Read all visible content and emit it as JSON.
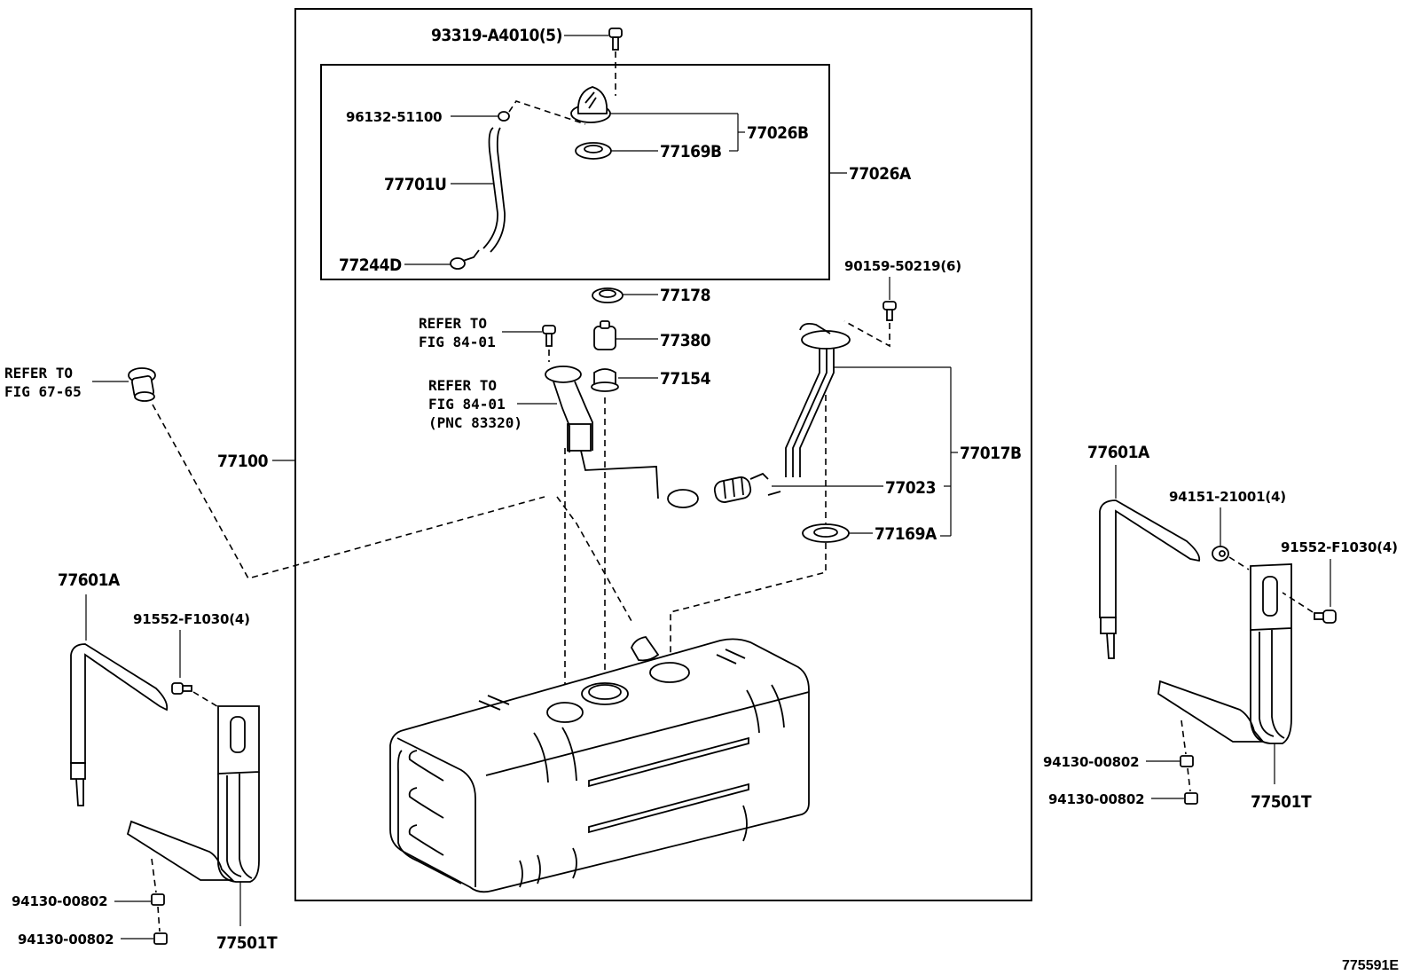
{
  "diagram": {
    "title_id": "775591E",
    "callouts": {
      "bolt_top": "93319-A4010(5)",
      "clamp": "96132-51100",
      "hose": "77701U",
      "hose_end": "77244D",
      "cap_assy": "77026B",
      "gasket_b": "77169B",
      "outer_assy": "77026A",
      "screw_right": "90159-50219(6)",
      "gasket_177": "77178",
      "refer_pump_bolt_1": "REFER TO",
      "refer_pump_bolt_2": "FIG 84-01",
      "filter": "77380",
      "pump_seat": "77154",
      "refer_pump_1": "REFER TO",
      "refer_pump_2": "FIG 84-01",
      "refer_pump_3": "(PNC 83320)",
      "gauge_assy": "77017B",
      "strainer": "77023",
      "gasket_a": "77169A",
      "tank": "77100",
      "refer_filler_1": "REFER TO",
      "refer_filler_2": "FIG 67-65"
    },
    "left_bracket": {
      "band": "77601A",
      "bolt": "91552-F1030(4)",
      "nut_1": "94130-00802",
      "nut_2": "94130-00802",
      "support": "77501T"
    },
    "right_bracket": {
      "band": "77601A",
      "nut_top": "94151-21001(4)",
      "bolt": "91552-F1030(4)",
      "nut_1": "94130-00802",
      "nut_2": "94130-00802",
      "support": "77501T"
    }
  }
}
